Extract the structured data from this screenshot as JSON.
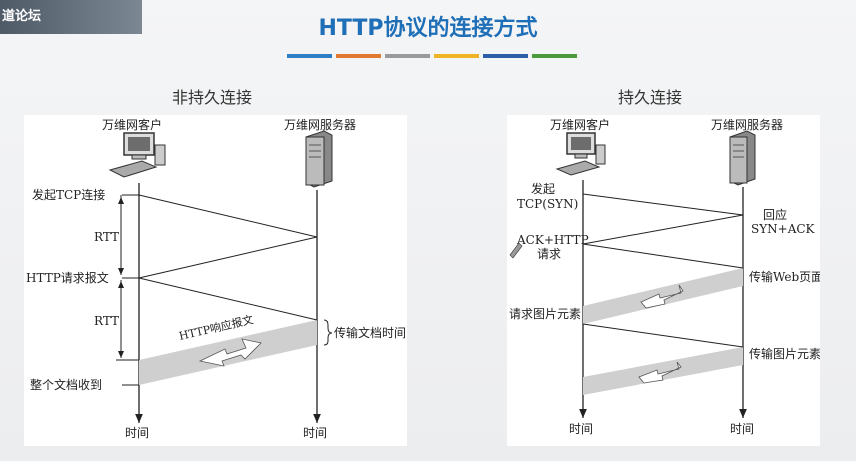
{
  "header": {
    "logo_text": "道论坛",
    "logo_watermark": "",
    "title": "HTTP协议的连接方式"
  },
  "color_bar": [
    "#2d7ec6",
    "#e07a2e",
    "#9a9a9a",
    "#f0b324",
    "#2a5fa8",
    "#4a9a3c"
  ],
  "left": {
    "heading": "非持久连接",
    "client_label": "万维网客户",
    "server_label": "万维网服务器",
    "steps": [
      "发起TCP连接",
      "HTTP请求报文",
      "整个文档收到"
    ],
    "rtt_labels": [
      "RTT",
      "RTT"
    ],
    "response_label": "HTTP响应报文",
    "transfer_label": "传输文档时间",
    "time_labels": [
      "时间",
      "时间"
    ]
  },
  "right": {
    "heading": "持久连接",
    "client_label": "万维网客户",
    "server_label": "万维网服务器",
    "syn_label": [
      "发起",
      "TCP(SYN)"
    ],
    "synack_label": [
      "回应",
      "SYN+ACK"
    ],
    "ack_label": [
      "ACK+HTTP",
      "请求"
    ],
    "web_label": "传输Web页面",
    "req_img_label": "请求图片元素",
    "img_label": "传输图片元素",
    "time_labels": [
      "时间",
      "时间"
    ]
  }
}
